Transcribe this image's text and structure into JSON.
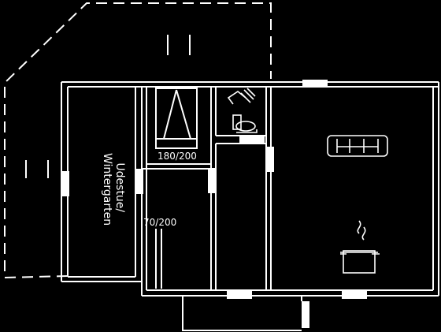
{
  "labels": {
    "veranda": "Udestue/\nWintergarten",
    "bed_size": "180/200",
    "single_bed_size": "70/200"
  },
  "icons": [
    "bed-icon",
    "shower-icon",
    "toilet-icon",
    "sofa-icon",
    "cooking-pot-icon"
  ],
  "colors": {
    "background": "#000000",
    "line": "#ffffff"
  }
}
